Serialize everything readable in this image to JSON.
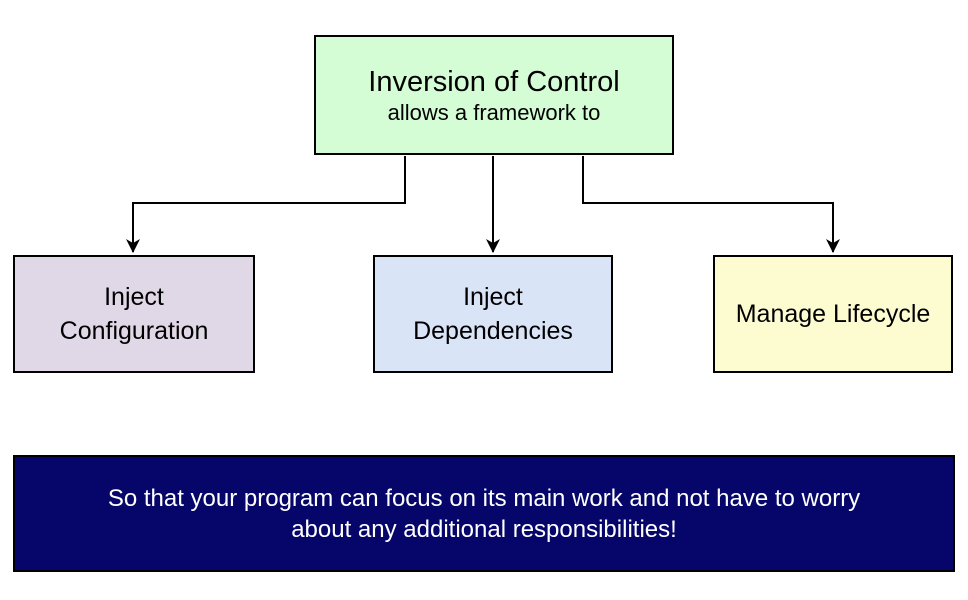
{
  "diagram": {
    "root": {
      "title": "Inversion of Control",
      "subtitle": "allows a framework to"
    },
    "nodes": [
      {
        "id": "inject-configuration",
        "line1": "Inject",
        "line2": "Configuration"
      },
      {
        "id": "inject-dependencies",
        "line1": "Inject",
        "line2": "Dependencies"
      },
      {
        "id": "manage-lifecycle",
        "line1": "Manage Lifecycle"
      }
    ],
    "banner": {
      "line1": "So that your program can focus on its main work and not have to worry",
      "line2": "about any additional responsibilities!"
    }
  },
  "colors": {
    "root-fill": "#d5fdd5",
    "config-fill": "#e1d8e7",
    "deps-fill": "#d9e4f7",
    "lifecycle-fill": "#fdfcd1",
    "banner-fill": "#06066a",
    "banner-text": "#ffffff",
    "border": "#000000",
    "connector": "#000000"
  }
}
